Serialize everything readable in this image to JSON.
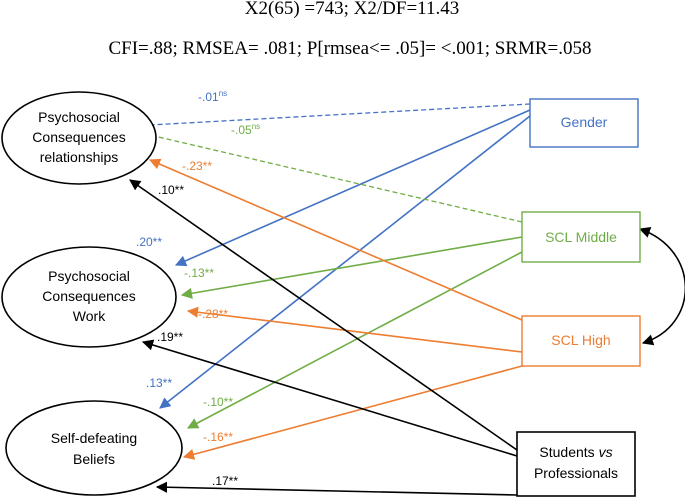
{
  "header": {
    "line1": "X2(65) =743; X2/DF=11.43",
    "line2": "CFI=.88; RMSEA= .081; P[rmsea<= .05]= <.001; SRMR=.058"
  },
  "colors": {
    "gender": "#4472c4",
    "scl_middle": "#70ad47",
    "scl_high": "#ed7d31",
    "students": "#000000"
  },
  "nodes": {
    "pc_relationships": [
      "Psychosocial",
      "Consequences",
      "relationships"
    ],
    "pc_work": [
      "Psychosocial",
      "Consequences",
      "Work"
    ],
    "self_defeating": [
      "Self-defeating",
      "Beliefs"
    ],
    "gender": "Gender",
    "scl_middle": "SCL Middle",
    "scl_high": "SCL High",
    "students_a": "Students ",
    "students_vs": "vs",
    "students_b": "Professionals"
  },
  "coefficients": {
    "gender_rel": {
      "value": "-.01",
      "sup": "ns"
    },
    "middle_rel": {
      "value": "-.05",
      "sup": "ns"
    },
    "high_rel": "-.23**",
    "students_rel": ".10**",
    "gender_work": ".20**",
    "middle_work": "-.13**",
    "high_work": "-.28**",
    "students_work": ".19**",
    "gender_self": ".13**",
    "middle_self": "-.10**",
    "high_self": "-.16**",
    "students_self": ".17**"
  }
}
